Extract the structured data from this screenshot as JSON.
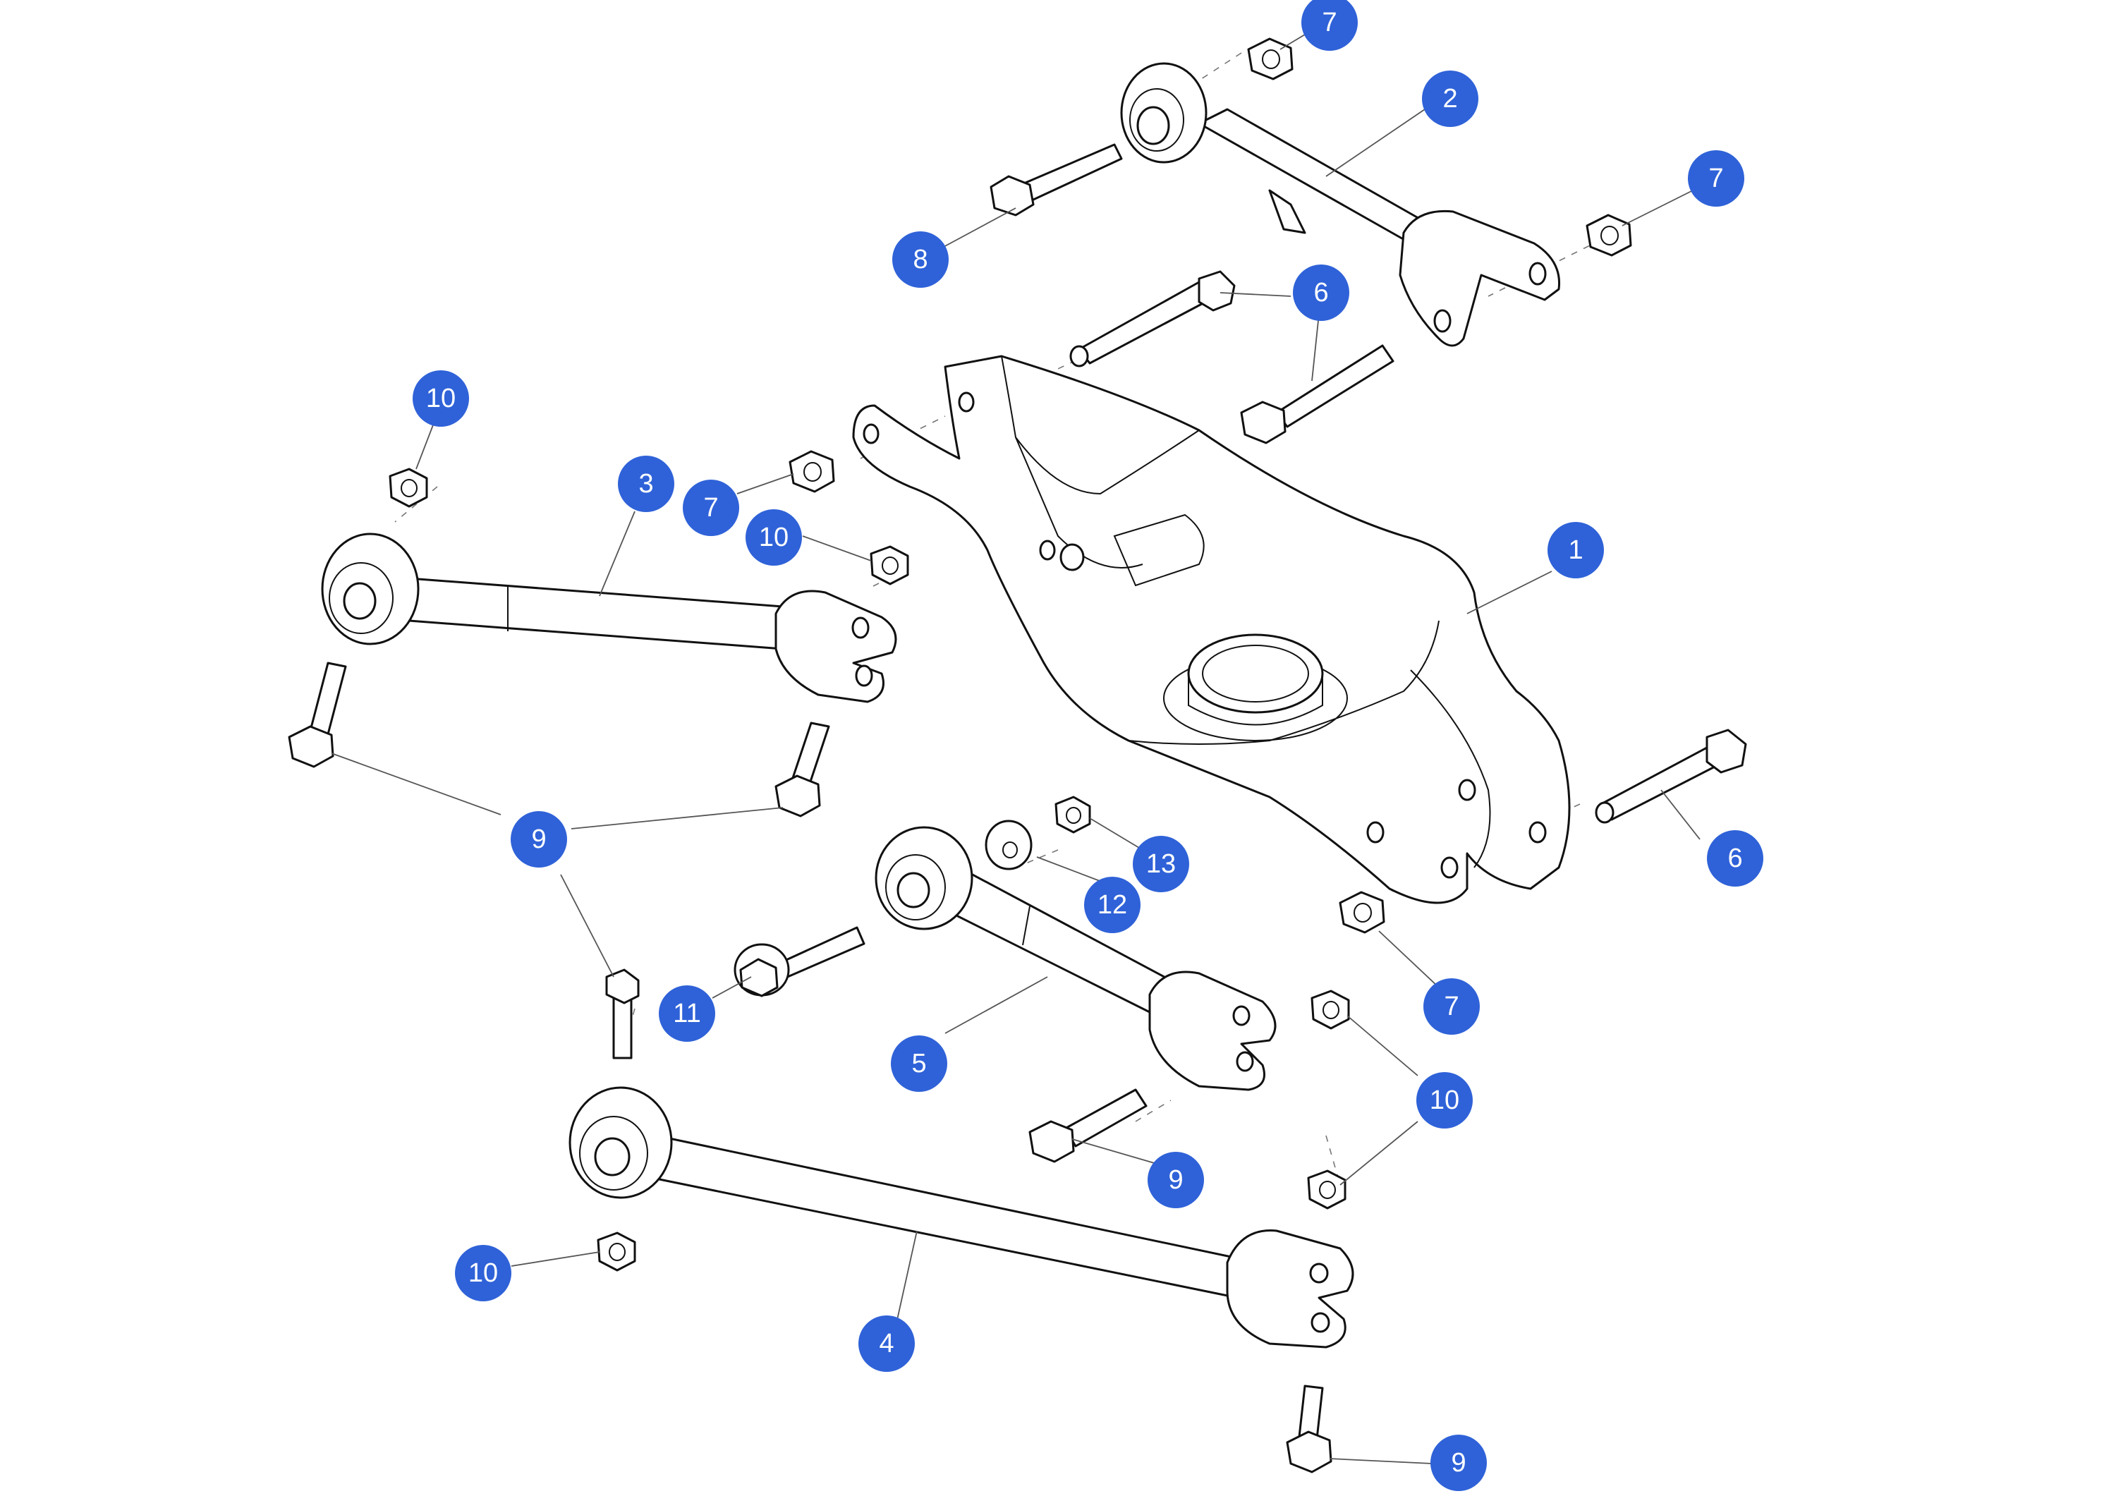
{
  "callout_color": "#2F62D8",
  "callouts": [
    {
      "id": "c1",
      "label": "1",
      "part": "lower-control-arm"
    },
    {
      "id": "c2",
      "label": "2",
      "part": "upper-arm"
    },
    {
      "id": "c3",
      "label": "3",
      "part": "upper-link"
    },
    {
      "id": "c4",
      "label": "4",
      "part": "lower-link"
    },
    {
      "id": "c5",
      "label": "5",
      "part": "toe-link"
    },
    {
      "id": "c6a",
      "label": "6",
      "part": "bolt"
    },
    {
      "id": "c6b",
      "label": "6",
      "part": "bolt"
    },
    {
      "id": "c7a",
      "label": "7",
      "part": "nut"
    },
    {
      "id": "c7b",
      "label": "7",
      "part": "nut"
    },
    {
      "id": "c7c",
      "label": "7",
      "part": "nut"
    },
    {
      "id": "c7d",
      "label": "7",
      "part": "nut"
    },
    {
      "id": "c8",
      "label": "8",
      "part": "bolt"
    },
    {
      "id": "c9a",
      "label": "9",
      "part": "bolt"
    },
    {
      "id": "c9b",
      "label": "9",
      "part": "bolt"
    },
    {
      "id": "c9c",
      "label": "9",
      "part": "bolt"
    },
    {
      "id": "c10a",
      "label": "10",
      "part": "nut"
    },
    {
      "id": "c10b",
      "label": "10",
      "part": "nut"
    },
    {
      "id": "c10c",
      "label": "10",
      "part": "nut"
    },
    {
      "id": "c10d",
      "label": "10",
      "part": "nut"
    },
    {
      "id": "c11",
      "label": "11",
      "part": "eccentric-bolt"
    },
    {
      "id": "c12",
      "label": "12",
      "part": "washer"
    },
    {
      "id": "c13",
      "label": "13",
      "part": "nut"
    }
  ]
}
